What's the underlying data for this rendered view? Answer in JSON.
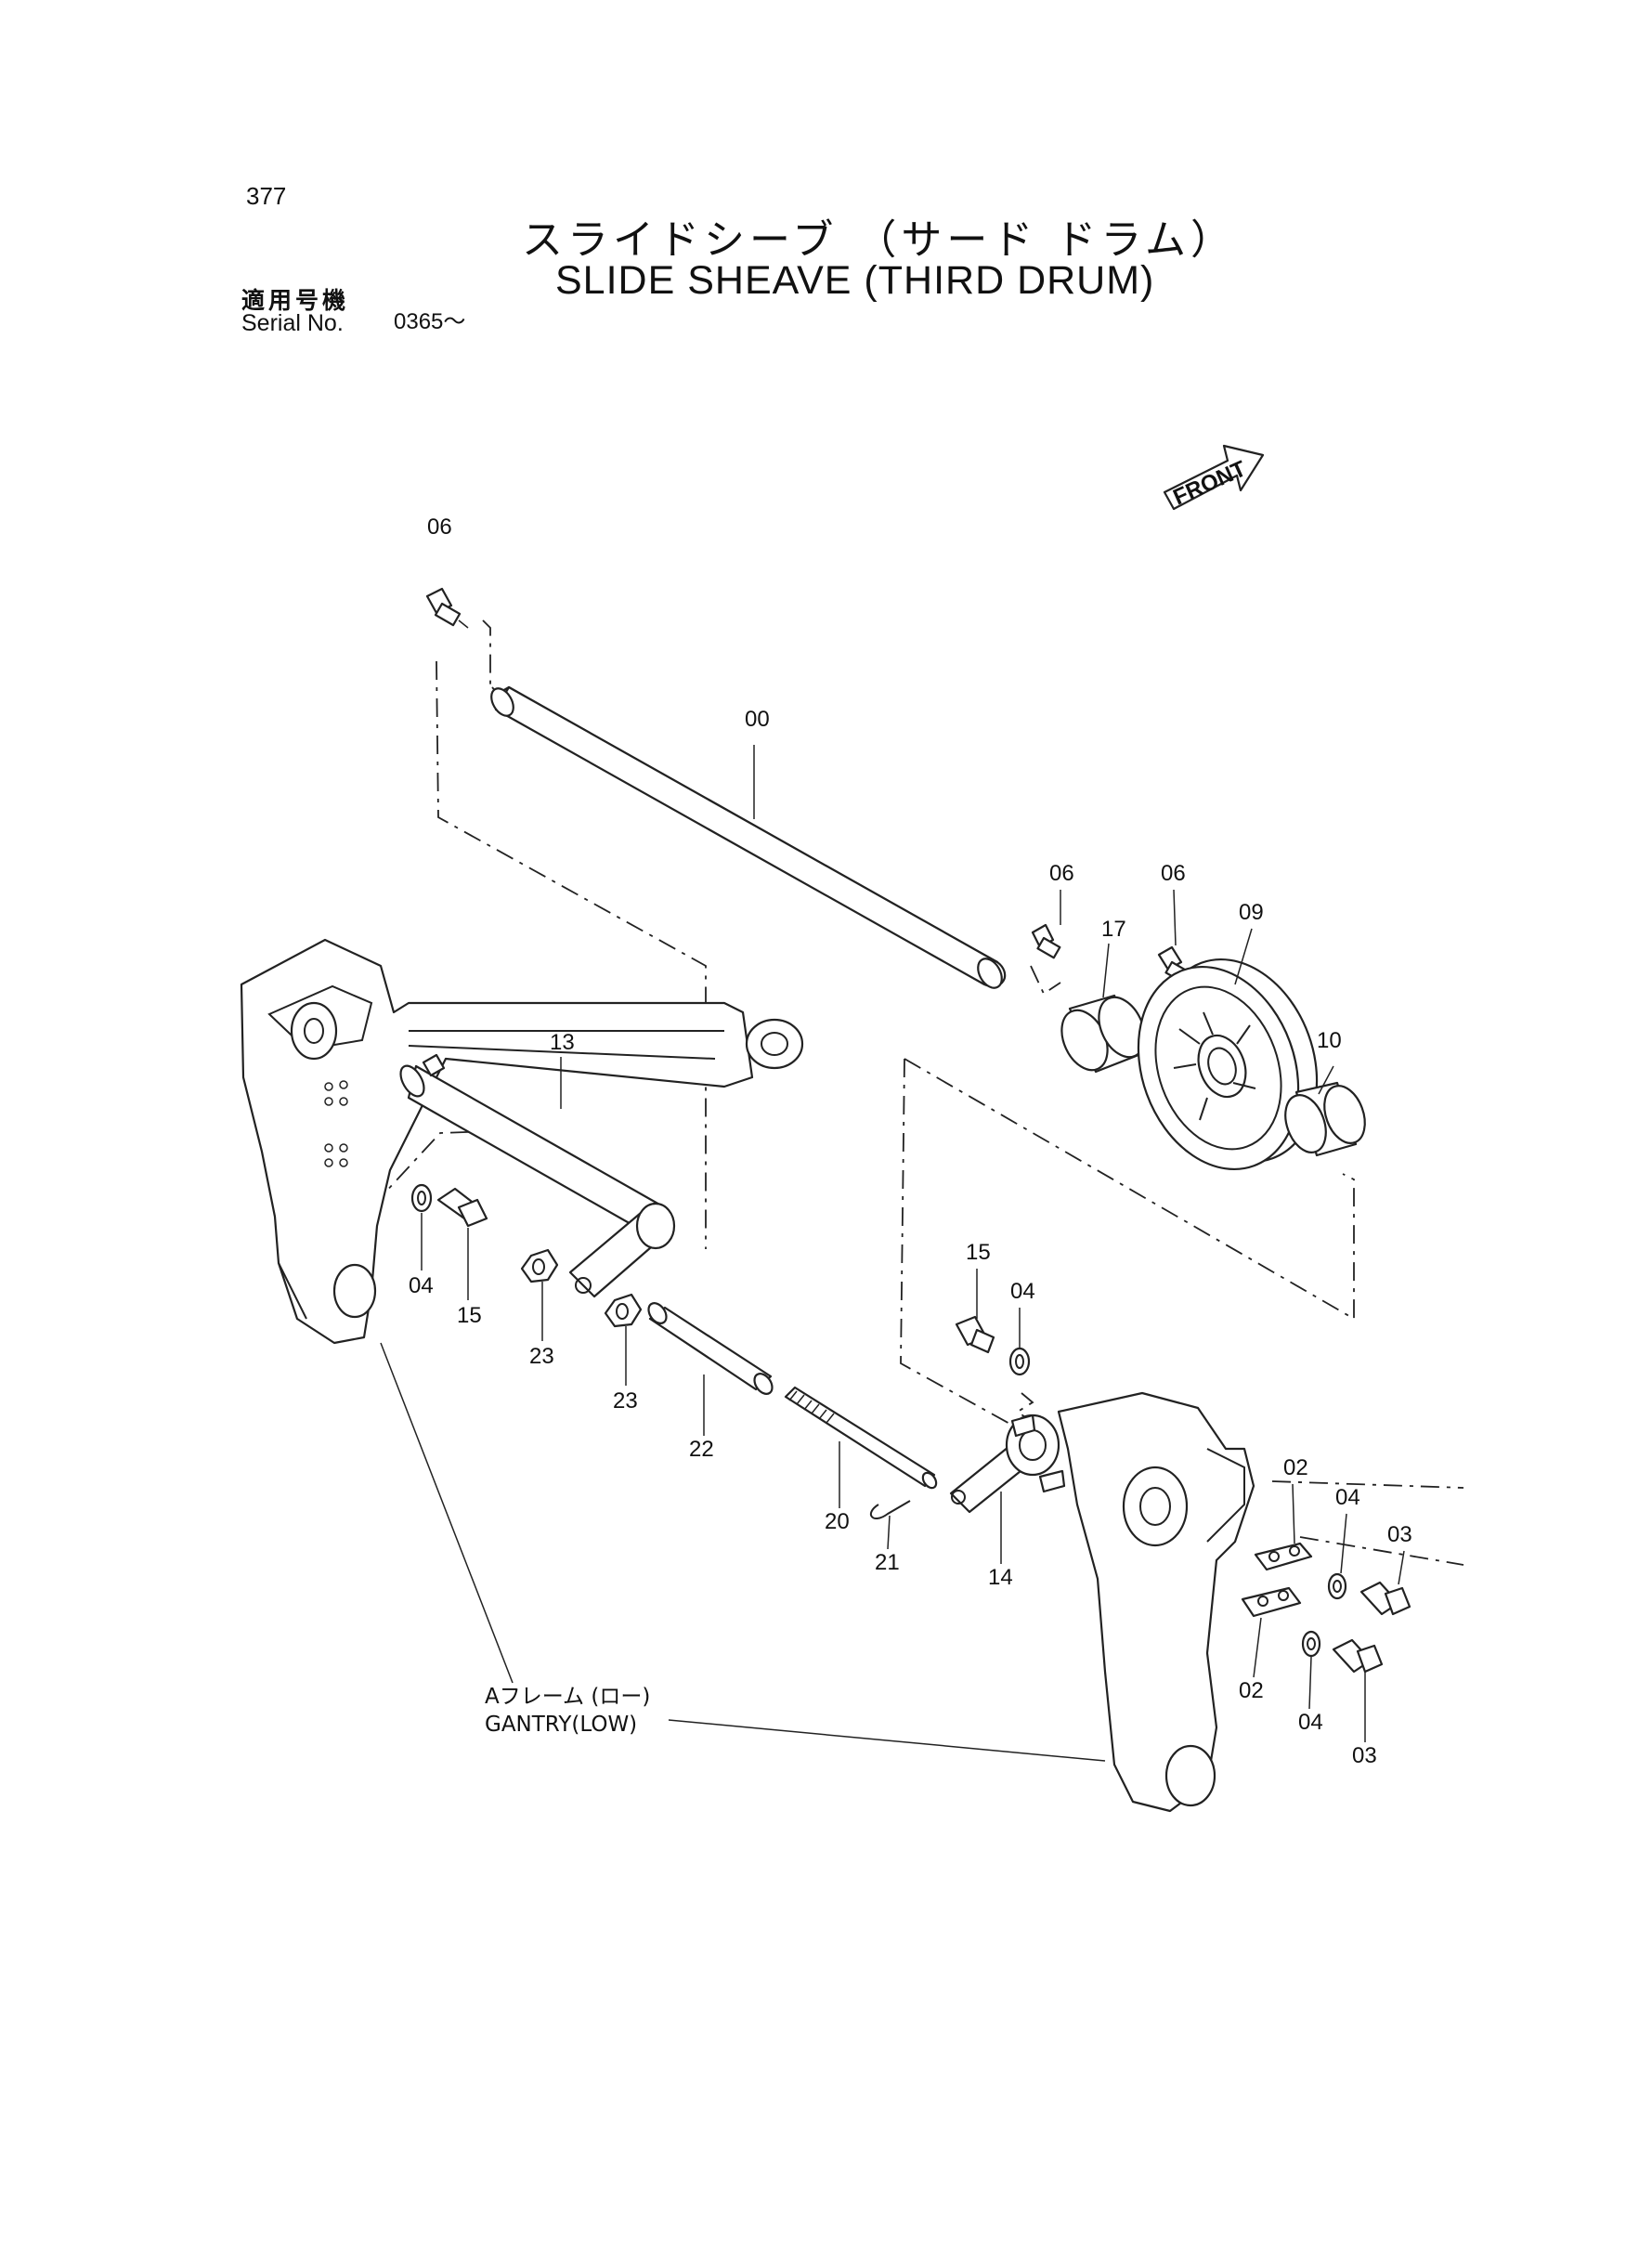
{
  "header": {
    "page_number": "377",
    "title_jp": "スライドシーブ （サード ドラム）",
    "title_en": "SLIDE SHEAVE (THIRD DRUM)",
    "serial_label_jp": "適用号機",
    "serial_label_en": "Serial No.",
    "serial_value": "0365～"
  },
  "front_marker": "FRONT",
  "callouts": {
    "c06a": "06",
    "c00": "00",
    "c06b": "06",
    "c06c": "06",
    "c09": "09",
    "c17": "17",
    "c10": "10",
    "c13": "13",
    "c04a": "04",
    "c15a": "15",
    "c23a": "23",
    "c23b": "23",
    "c22": "22",
    "c15b": "15",
    "c04b": "04",
    "c20": "20",
    "c21": "21",
    "c14": "14",
    "c02a": "02",
    "c04c": "04",
    "c03a": "03",
    "c02b": "02",
    "c04d": "04",
    "c03b": "03"
  },
  "gantry_note": {
    "jp": "Aフレーム (ロー)",
    "en": "GANTRY(LOW)"
  }
}
